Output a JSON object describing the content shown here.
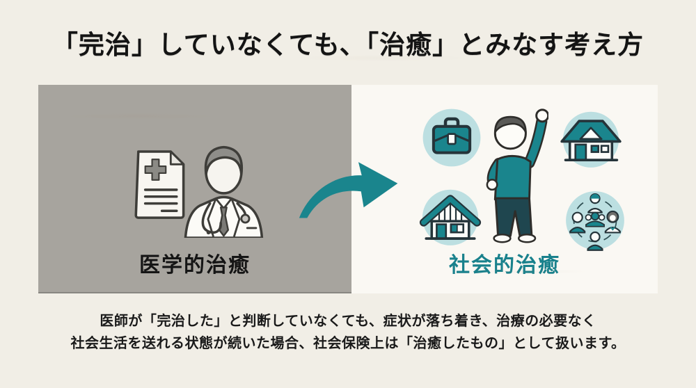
{
  "title": "「完治」していなくても、「治癒」とみなす考え方",
  "panels": {
    "left": {
      "label": "医学的治癒",
      "illustration_icons": [
        "medical-report-icon",
        "doctor-icon"
      ]
    },
    "right": {
      "label": "社会的治癒",
      "illustration_icons": [
        "briefcase-icon",
        "house-icon",
        "cottage-icon",
        "community-icon",
        "person-raising-fist-icon"
      ]
    }
  },
  "arrow_icon": "curved-arrow-right-icon",
  "caption": {
    "line1": "医師が「完治した」と判断していなくても、症状が落ち着き、治療の必要なく",
    "line2": "社会生活を送れる状態が続いた場合、社会保険上は「治癒したもの」として扱います。"
  },
  "colors": {
    "accent_teal": "#19818c",
    "accent_teal_light": "#bcdfe1",
    "panel_gray": "#a7a49e",
    "panel_white": "#faf8f3",
    "page_background": "#f1eee6",
    "pants_dark": "#1f464f",
    "text_dark": "#1a1a1a"
  }
}
